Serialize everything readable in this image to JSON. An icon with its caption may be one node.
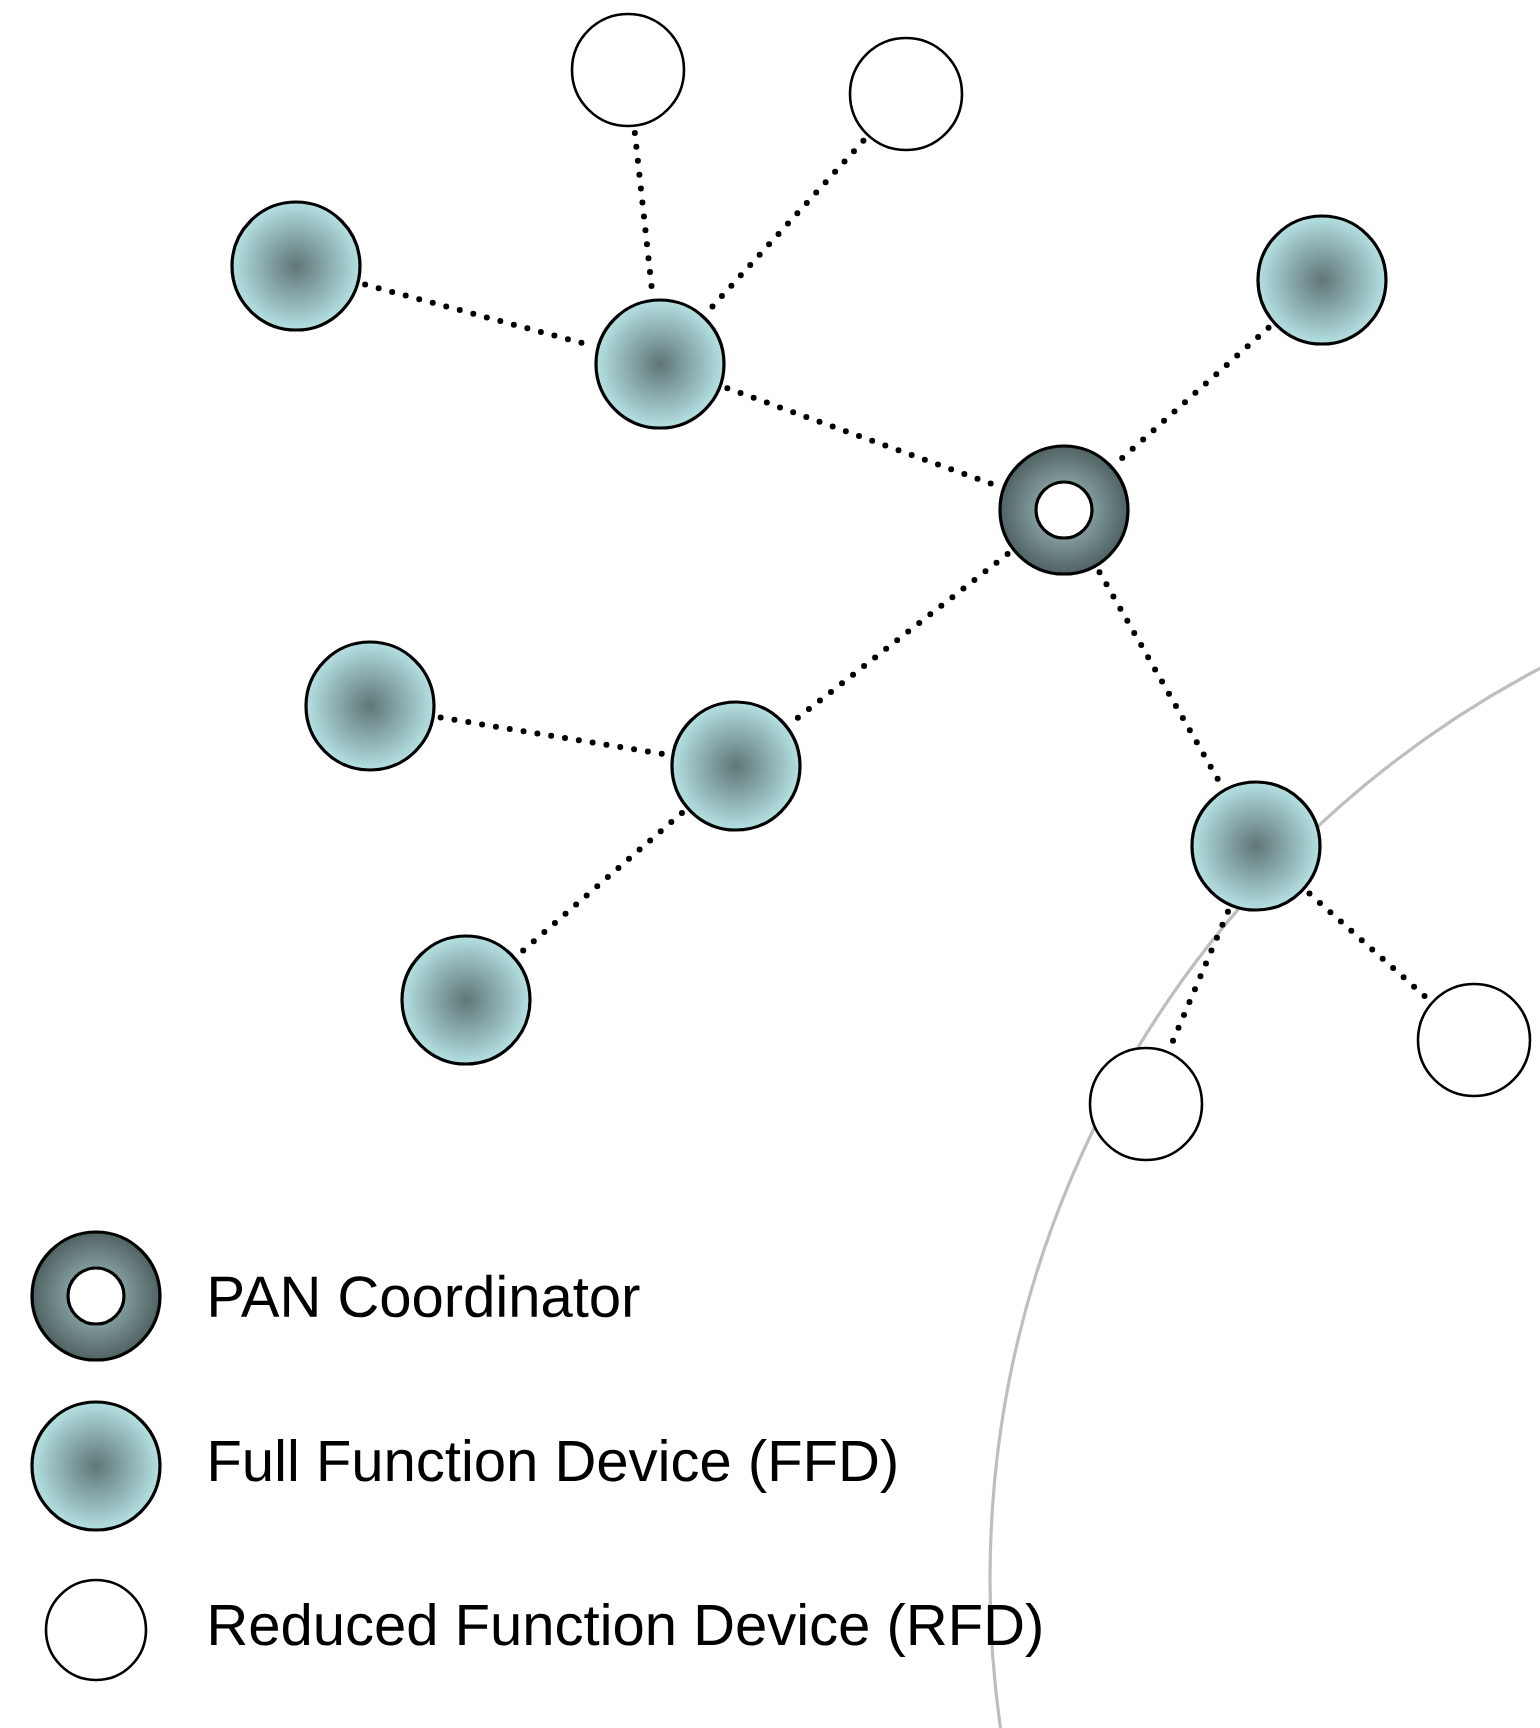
{
  "diagram": {
    "nodes": [
      {
        "text": [],
        "shape": "circle"
      },
      {
        "text": [],
        "shape": "circle"
      },
      {
        "text": [],
        "shape": "disc"
      },
      {
        "text": [],
        "shape": "disc"
      },
      {
        "text": [],
        "shape": "disc"
      },
      {
        "text": [],
        "shape": "ring"
      },
      {
        "text": [],
        "shape": "disc"
      },
      {
        "text": [],
        "shape": "disc"
      },
      {
        "text": [],
        "shape": "disc"
      },
      {
        "text": [],
        "shape": "disc"
      },
      {
        "text": [],
        "shape": "circle"
      },
      {
        "text": [],
        "shape": "circle"
      }
    ],
    "edges": [
      {
        "from": 0,
        "to": 3,
        "arrow": "none"
      },
      {
        "from": 1,
        "to": 3,
        "arrow": "none"
      },
      {
        "from": 2,
        "to": 3,
        "arrow": "none"
      },
      {
        "from": 3,
        "to": 5,
        "arrow": "none"
      },
      {
        "from": 4,
        "to": 5,
        "arrow": "none"
      },
      {
        "from": 5,
        "to": 7,
        "arrow": "none"
      },
      {
        "from": 6,
        "to": 7,
        "arrow": "none"
      },
      {
        "from": 7,
        "to": 9,
        "arrow": "none"
      },
      {
        "from": 5,
        "to": 8,
        "arrow": "none"
      },
      {
        "from": 8,
        "to": 10,
        "arrow": "none"
      },
      {
        "from": 8,
        "to": 11,
        "arrow": "none"
      }
    ],
    "legend": [
      {
        "text": "PAN Coordinator"
      },
      {
        "text": "Full Function Device (FFD)"
      },
      {
        "text": "Reduced Function Device (RFD)"
      }
    ]
  }
}
